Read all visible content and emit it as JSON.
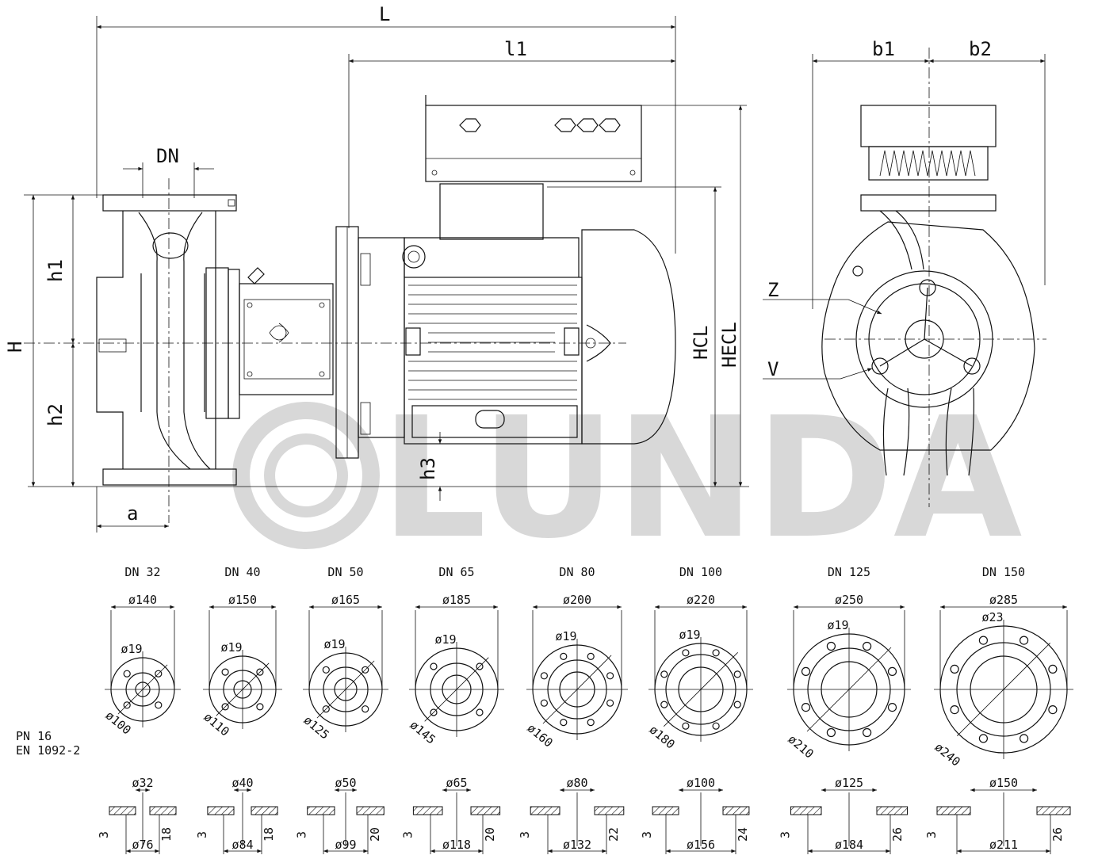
{
  "watermark": "LUNDA",
  "dims": {
    "L": "L",
    "l1": "l1",
    "DN": "DN",
    "H": "H",
    "h1": "h1",
    "h2": "h2",
    "h3": "h3",
    "a": "a",
    "HCL": "HCL",
    "HECL": "HECL",
    "b1": "b1",
    "b2": "b2",
    "Z": "Z",
    "V": "V"
  },
  "standard": {
    "pn": "PN 16",
    "en": "EN 1092-2"
  },
  "flanges": [
    {
      "dn": "DN 32",
      "outer": "ø140",
      "hole": "ø19",
      "pcd": "ø100",
      "bore": "ø32",
      "raised": "ø76",
      "thk": "18",
      "step": "3",
      "holes": 4
    },
    {
      "dn": "DN 40",
      "outer": "ø150",
      "hole": "ø19",
      "pcd": "ø110",
      "bore": "ø40",
      "raised": "ø84",
      "thk": "18",
      "step": "3",
      "holes": 4
    },
    {
      "dn": "DN 50",
      "outer": "ø165",
      "hole": "ø19",
      "pcd": "ø125",
      "bore": "ø50",
      "raised": "ø99",
      "thk": "20",
      "step": "3",
      "holes": 4
    },
    {
      "dn": "DN 65",
      "outer": "ø185",
      "hole": "ø19",
      "pcd": "ø145",
      "bore": "ø65",
      "raised": "ø118",
      "thk": "20",
      "step": "3",
      "holes": 4
    },
    {
      "dn": "DN 80",
      "outer": "ø200",
      "hole": "ø19",
      "pcd": "ø160",
      "bore": "ø80",
      "raised": "ø132",
      "thk": "22",
      "step": "3",
      "holes": 8
    },
    {
      "dn": "DN 100",
      "outer": "ø220",
      "hole": "ø19",
      "pcd": "ø180",
      "bore": "ø100",
      "raised": "ø156",
      "thk": "24",
      "step": "3",
      "holes": 8
    },
    {
      "dn": "DN 125",
      "outer": "ø250",
      "hole": "ø19",
      "pcd": "ø210",
      "bore": "ø125",
      "raised": "ø184",
      "thk": "26",
      "step": "3",
      "holes": 8
    },
    {
      "dn": "DN 150",
      "outer": "ø285",
      "hole": "ø23",
      "pcd": "ø240",
      "bore": "ø150",
      "raised": "ø211",
      "thk": "26",
      "step": "3",
      "holes": 8
    }
  ]
}
